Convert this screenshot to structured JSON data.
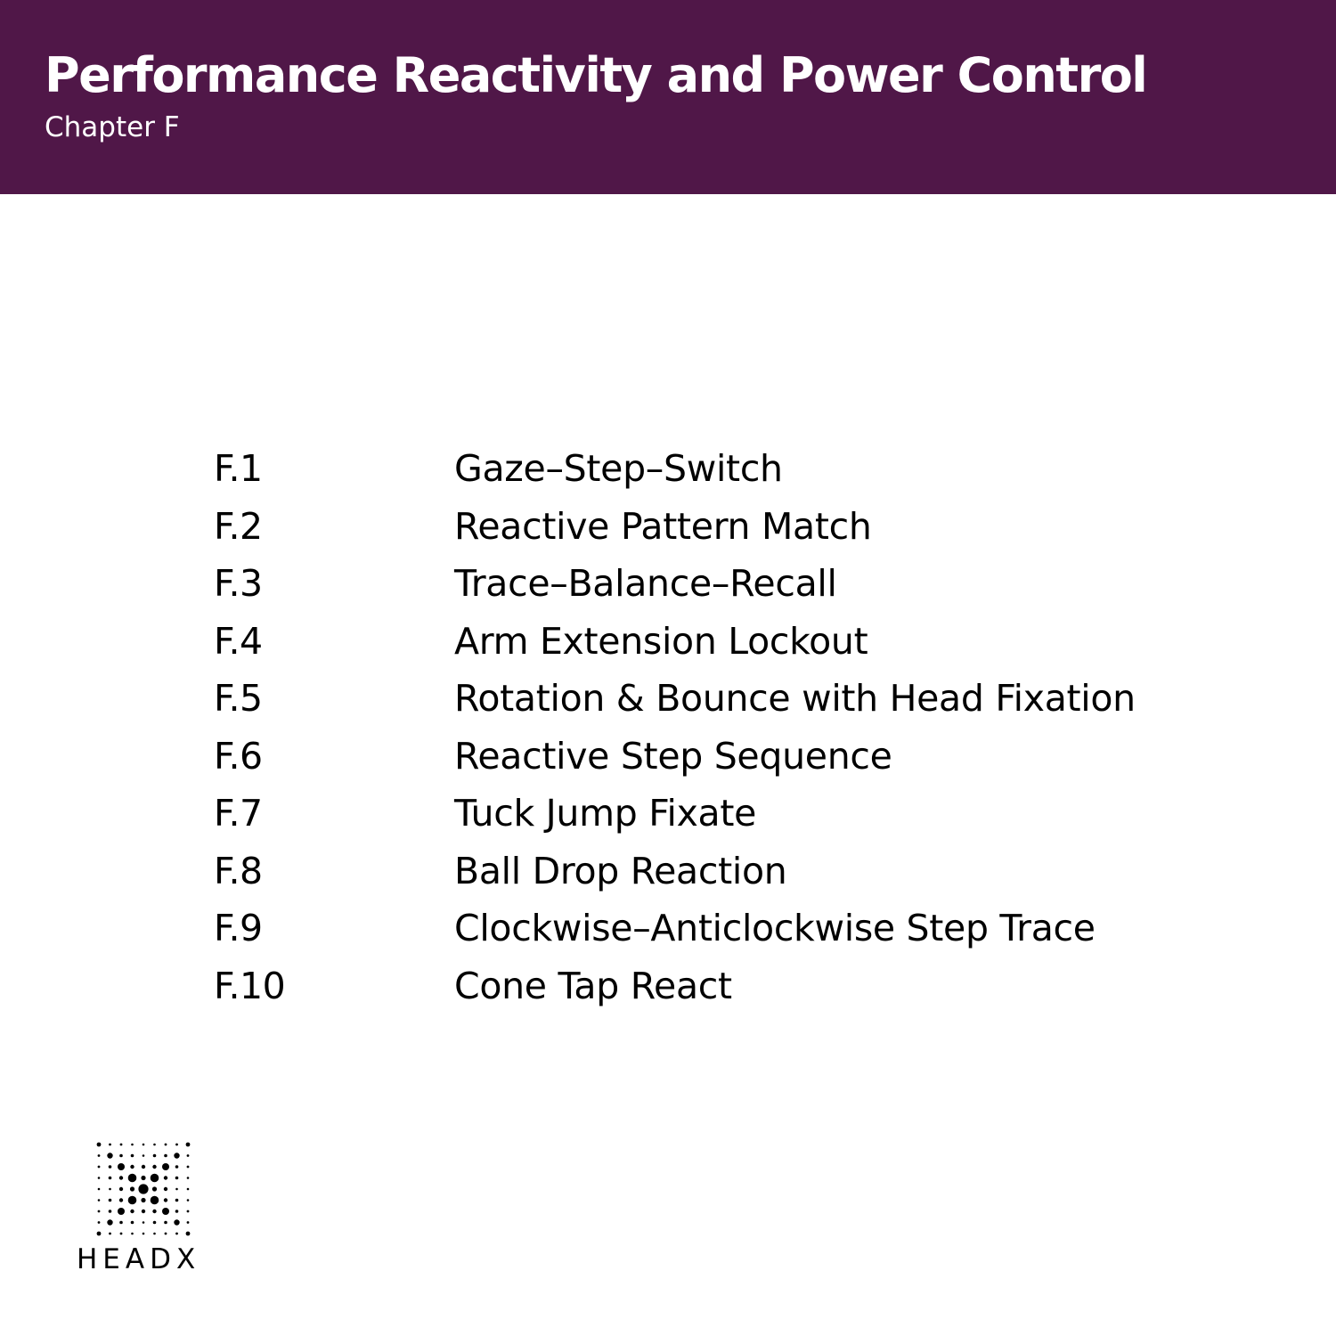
{
  "header": {
    "title": "Performance Reactivity and Power Control",
    "subtitle": "Chapter F",
    "background_color": "#501748"
  },
  "toc": {
    "items": [
      {
        "number": "F.1",
        "title": "Gaze–Step–Switch"
      },
      {
        "number": "F.2",
        "title": "Reactive Pattern Match"
      },
      {
        "number": "F.3",
        "title": "Trace–Balance–Recall"
      },
      {
        "number": "F.4",
        "title": "Arm Extension Lockout"
      },
      {
        "number": "F.5",
        "title": "Rotation & Bounce with Head Fixation"
      },
      {
        "number": "F.6",
        "title": "Reactive Step Sequence"
      },
      {
        "number": "F.7",
        "title": "Tuck Jump Fixate"
      },
      {
        "number": "F.8",
        "title": "Ball Drop Reaction"
      },
      {
        "number": "F.9",
        "title": "Clockwise–Anticlockwise Step Trace"
      },
      {
        "number": "F.10",
        "title": "Cone Tap React"
      }
    ]
  },
  "brand": {
    "name": "HEADX",
    "logo_icon": "dotted-x-logo-icon"
  }
}
